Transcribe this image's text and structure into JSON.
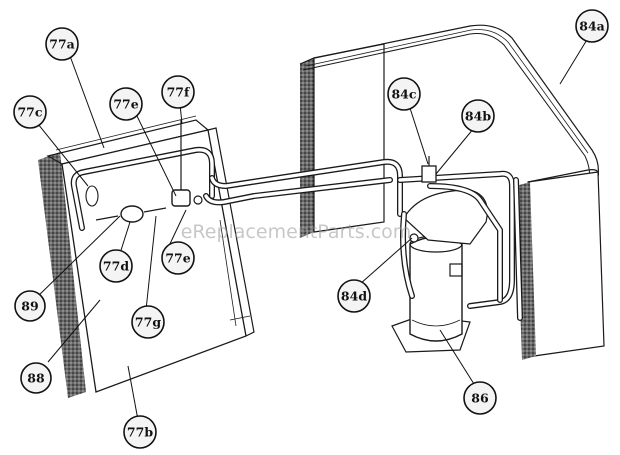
{
  "watermark": "eReplacementParts.com",
  "callouts": {
    "c77a": "77a",
    "c77c": "77c",
    "c77e_top": "77e",
    "c77f": "77f",
    "c77d": "77d",
    "c77e_bottom": "77e",
    "c77g": "77g",
    "c77b": "77b",
    "c89": "89",
    "c88": "88",
    "c84a": "84a",
    "c84c": "84c",
    "c84b": "84b",
    "c84d": "84d",
    "c86": "86"
  }
}
